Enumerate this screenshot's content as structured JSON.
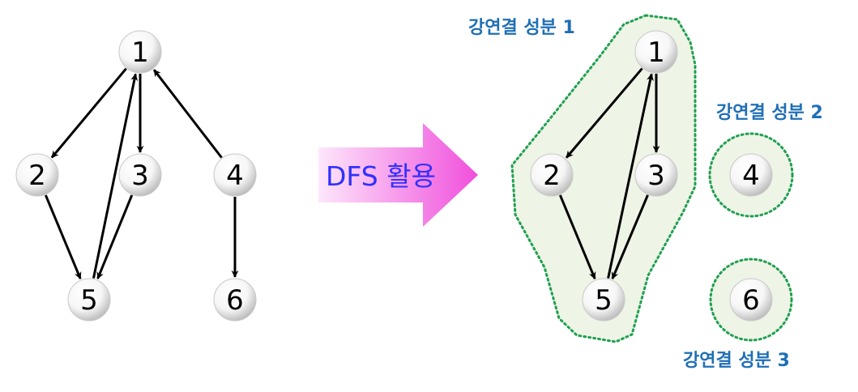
{
  "colors": {
    "edge": "#000000",
    "component_outline": "#20a050",
    "component_fill": "#eef4e6",
    "component_label": "#1f6fb5",
    "arrow_label": "#3030ff",
    "arrow_gradient_start": "#fde7fb",
    "arrow_gradient_end": "#f04fdc"
  },
  "left_graph": {
    "nodes": [
      {
        "id": "1",
        "label": "1"
      },
      {
        "id": "2",
        "label": "2"
      },
      {
        "id": "3",
        "label": "3"
      },
      {
        "id": "4",
        "label": "4"
      },
      {
        "id": "5",
        "label": "5"
      },
      {
        "id": "6",
        "label": "6"
      }
    ],
    "edges": [
      {
        "from": "1",
        "to": "2"
      },
      {
        "from": "1",
        "to": "3"
      },
      {
        "from": "4",
        "to": "1"
      },
      {
        "from": "2",
        "to": "5"
      },
      {
        "from": "3",
        "to": "5"
      },
      {
        "from": "5",
        "to": "1"
      },
      {
        "from": "4",
        "to": "6"
      }
    ]
  },
  "transform_arrow": {
    "label": "DFS 활용"
  },
  "right_graph": {
    "nodes": [
      {
        "id": "1",
        "label": "1"
      },
      {
        "id": "2",
        "label": "2"
      },
      {
        "id": "3",
        "label": "3"
      },
      {
        "id": "4",
        "label": "4"
      },
      {
        "id": "5",
        "label": "5"
      },
      {
        "id": "6",
        "label": "6"
      }
    ],
    "edges": [
      {
        "from": "1",
        "to": "2"
      },
      {
        "from": "1",
        "to": "3"
      },
      {
        "from": "2",
        "to": "5"
      },
      {
        "from": "3",
        "to": "5"
      },
      {
        "from": "5",
        "to": "1"
      }
    ],
    "components": [
      {
        "label": "강연결 성분 1",
        "members": [
          "1",
          "2",
          "3",
          "5"
        ]
      },
      {
        "label": "강연결 성분 2",
        "members": [
          "4"
        ]
      },
      {
        "label": "강연결 성분 3",
        "members": [
          "6"
        ]
      }
    ]
  }
}
